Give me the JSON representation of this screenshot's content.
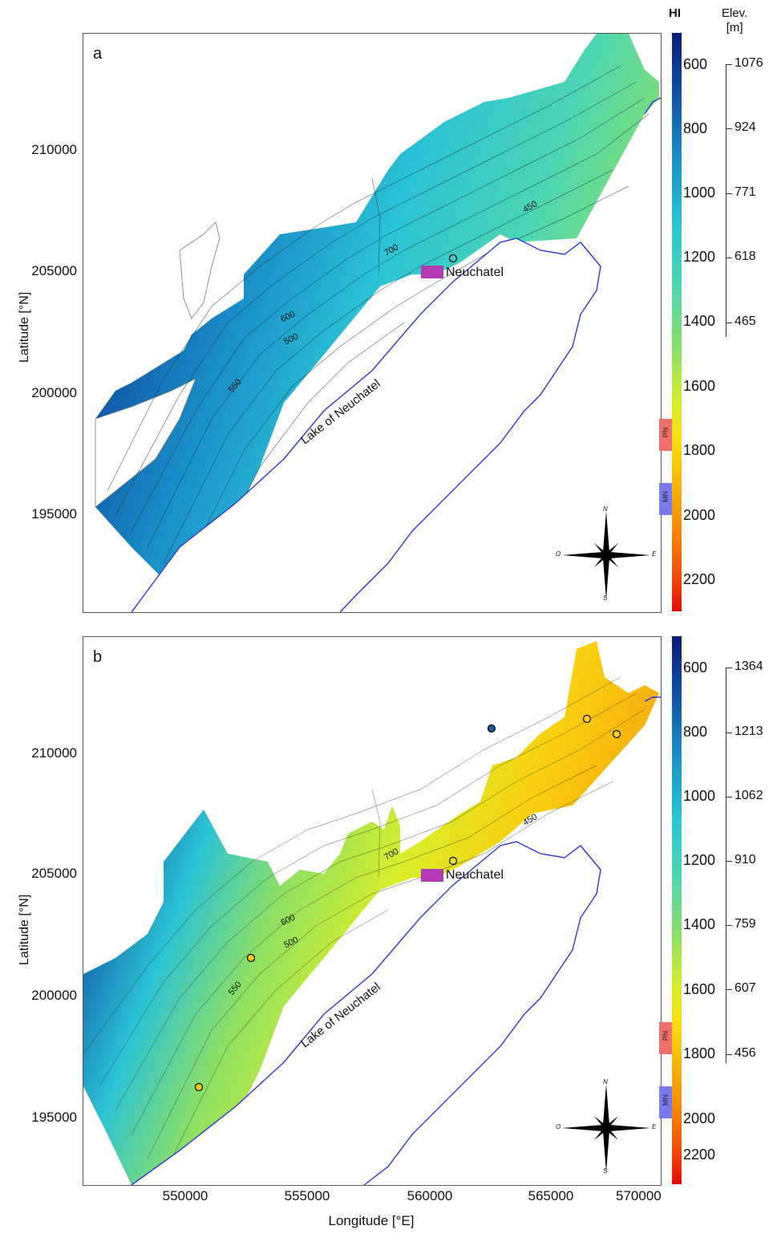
{
  "figure": {
    "x_axis_title": "Longitude [°E]",
    "y_axis_title": "Latitude [°N]",
    "x_ticks": [
      "550000",
      "555000",
      "560000",
      "565000",
      "570000"
    ],
    "y_ticks": [
      "210000",
      "205000",
      "200000",
      "195000"
    ],
    "colorbar_title": "HI",
    "elevation_title_line1": "Elev.",
    "elevation_title_line2": "[m]",
    "colorbar_ticks": [
      "600",
      "800",
      "1000",
      "1200",
      "1400",
      "1600",
      "1800",
      "2000",
      "2200"
    ],
    "indicators": [
      "PN",
      "MN"
    ],
    "colors": {
      "colorbar_gradient": [
        "#0a1c7a",
        "#0f4fa0",
        "#1a8fc8",
        "#2bc3d6",
        "#4ed6b0",
        "#8ee063",
        "#d8ee2a",
        "#f9e011",
        "#f8b40a",
        "#f68a08",
        "#ef4a06",
        "#e20d05"
      ],
      "lake_outline": "#2a36d8",
      "neuchatel_marker": "#b23ab5",
      "pn_box": "#f07070",
      "mn_box": "#7a7af0"
    }
  },
  "panels": [
    {
      "label": "a",
      "elevation_ticks": [
        "1076",
        "924",
        "771",
        "618",
        "465"
      ],
      "contour_labels": [
        "700",
        "600",
        "500",
        "550",
        "450"
      ],
      "place_label": "Neuchatel",
      "lake_label": "Lake of Neuchatel",
      "compass_letters": [
        "N",
        "S",
        "O",
        "E"
      ],
      "color_scheme": "blue-to-green (HI ~600-1500)"
    },
    {
      "label": "b",
      "elevation_ticks": [
        "1364",
        "1213",
        "1062",
        "910",
        "759",
        "607",
        "456"
      ],
      "contour_labels": [
        "700",
        "600",
        "500",
        "550",
        "450"
      ],
      "place_label": "Neuchatel",
      "lake_label": "Lake of Neuchatel",
      "compass_letters": [
        "N",
        "S",
        "O",
        "E"
      ],
      "color_scheme": "blue-to-orange (HI ~600-1850)"
    }
  ]
}
